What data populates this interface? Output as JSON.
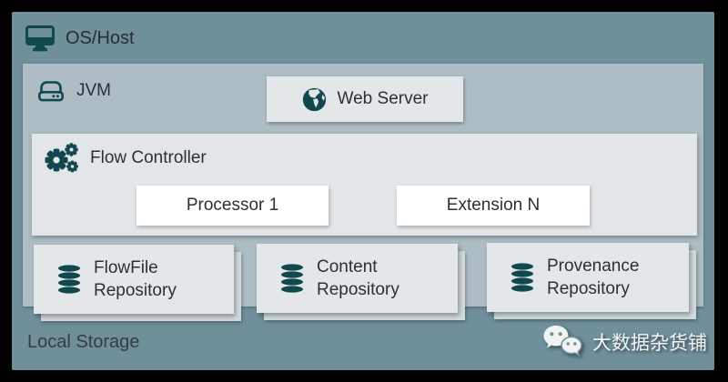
{
  "colors": {
    "frame": "#000000",
    "os_host_bg": "#6f909b",
    "jvm_bg": "#aebcc4",
    "flow_controller_bg": "#e2e6e9",
    "card_bg": "#e4e7e9",
    "inner_card_bg": "#ffffff",
    "stacked_card_bg": "#d3dade",
    "icon_teal": "#11484e",
    "text_dark": "#2a3136",
    "watermark_text": "#f5f6f6"
  },
  "layers": {
    "os_host": {
      "label": "OS/Host",
      "icon": "monitor-icon"
    },
    "jvm": {
      "label": "JVM",
      "icon": "hard-drive-icon"
    },
    "web_server": {
      "label": "Web Server",
      "icon": "globe-icon"
    },
    "flow_controller": {
      "label": "Flow Controller",
      "icon": "gears-icon"
    },
    "processor": {
      "label": "Processor 1"
    },
    "extension": {
      "label": "Extension N"
    },
    "repositories": [
      {
        "label_line1": "FlowFile",
        "label_line2": "Repository",
        "icon": "database-icon"
      },
      {
        "label_line1": "Content",
        "label_line2": "Repository",
        "icon": "database-icon"
      },
      {
        "label_line1": "Provenance",
        "label_line2": "Repository",
        "icon": "database-icon"
      }
    ],
    "local_storage": {
      "label": "Local Storage"
    }
  },
  "watermark": {
    "label": "大数据杂货铺",
    "icon": "wechat-icon"
  }
}
